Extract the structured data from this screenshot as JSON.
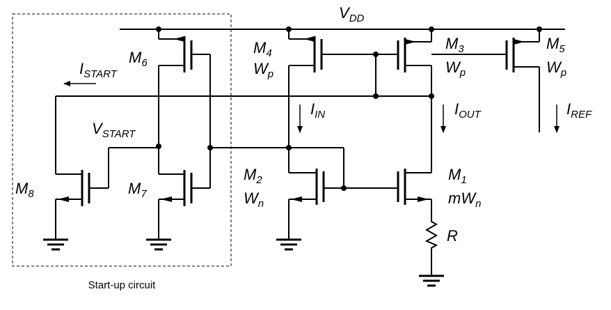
{
  "supply": {
    "label": "V",
    "sub": "DD"
  },
  "transistors": [
    {
      "id": "m1",
      "label": "M",
      "sub": "1",
      "size": "mW",
      "size_sub": "n"
    },
    {
      "id": "m2",
      "label": "M",
      "sub": "2",
      "size": "W",
      "size_sub": "n"
    },
    {
      "id": "m3",
      "label": "M",
      "sub": "3",
      "size": "W",
      "size_sub": "p"
    },
    {
      "id": "m4",
      "label": "M",
      "sub": "4",
      "size": "W",
      "size_sub": "p"
    },
    {
      "id": "m5",
      "label": "M",
      "sub": "5",
      "size": "W",
      "size_sub": "p"
    },
    {
      "id": "m6",
      "label": "M",
      "sub": "6"
    },
    {
      "id": "m7",
      "label": "M",
      "sub": "7"
    },
    {
      "id": "m8",
      "label": "M",
      "sub": "8"
    }
  ],
  "currents": {
    "start": {
      "label": "I",
      "sub": "START"
    },
    "in": {
      "label": "I",
      "sub": "IN"
    },
    "out": {
      "label": "I",
      "sub": "OUT"
    },
    "ref": {
      "label": "I",
      "sub": "REF"
    }
  },
  "nodes": {
    "vstart": {
      "label": "V",
      "sub": "START"
    }
  },
  "resistor": {
    "label": "R"
  },
  "startup_box": {
    "caption": "Start-up circuit"
  }
}
